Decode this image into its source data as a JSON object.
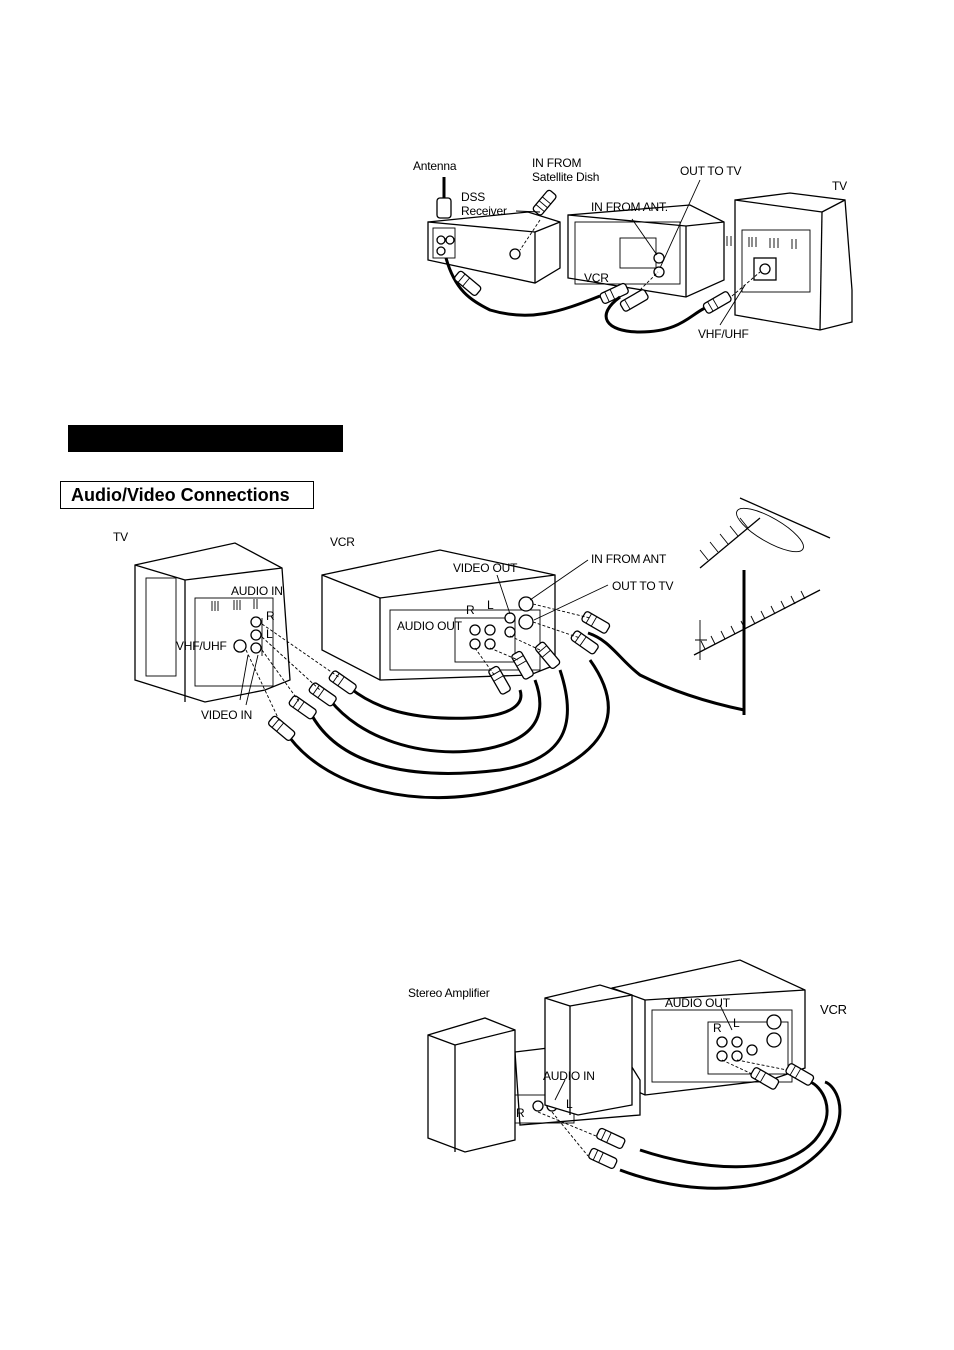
{
  "diagram1": {
    "antenna": "Antenna",
    "in_from_sat": [
      "IN FROM",
      "Satellite Dish"
    ],
    "dss": [
      "DSS",
      "Receiver"
    ],
    "out_to_tv": "OUT TO TV",
    "tv": "TV",
    "in_from_ant": "IN FROM ANT.",
    "vcr": "VCR",
    "vhf_uhf": "VHF/UHF"
  },
  "section": {
    "title": "Audio/Video Connections"
  },
  "diagram2": {
    "tv": "TV",
    "vcr": "VCR",
    "video_out": "VIDEO OUT",
    "in_from_ant": "IN FROM ANT",
    "out_to_tv": "OUT TO TV",
    "audio_in": "AUDIO IN",
    "r": "R",
    "l": "L",
    "vhf_uhf": "VHF/UHF",
    "audio_out": "AUDIO OUT",
    "video_in": "VIDEO IN"
  },
  "diagram3": {
    "stereo_amp": "Stereo Amplifier",
    "audio_out": "AUDIO OUT",
    "vcr": "VCR",
    "audio_in": "AUDIO IN",
    "r": "R",
    "l": "L"
  }
}
